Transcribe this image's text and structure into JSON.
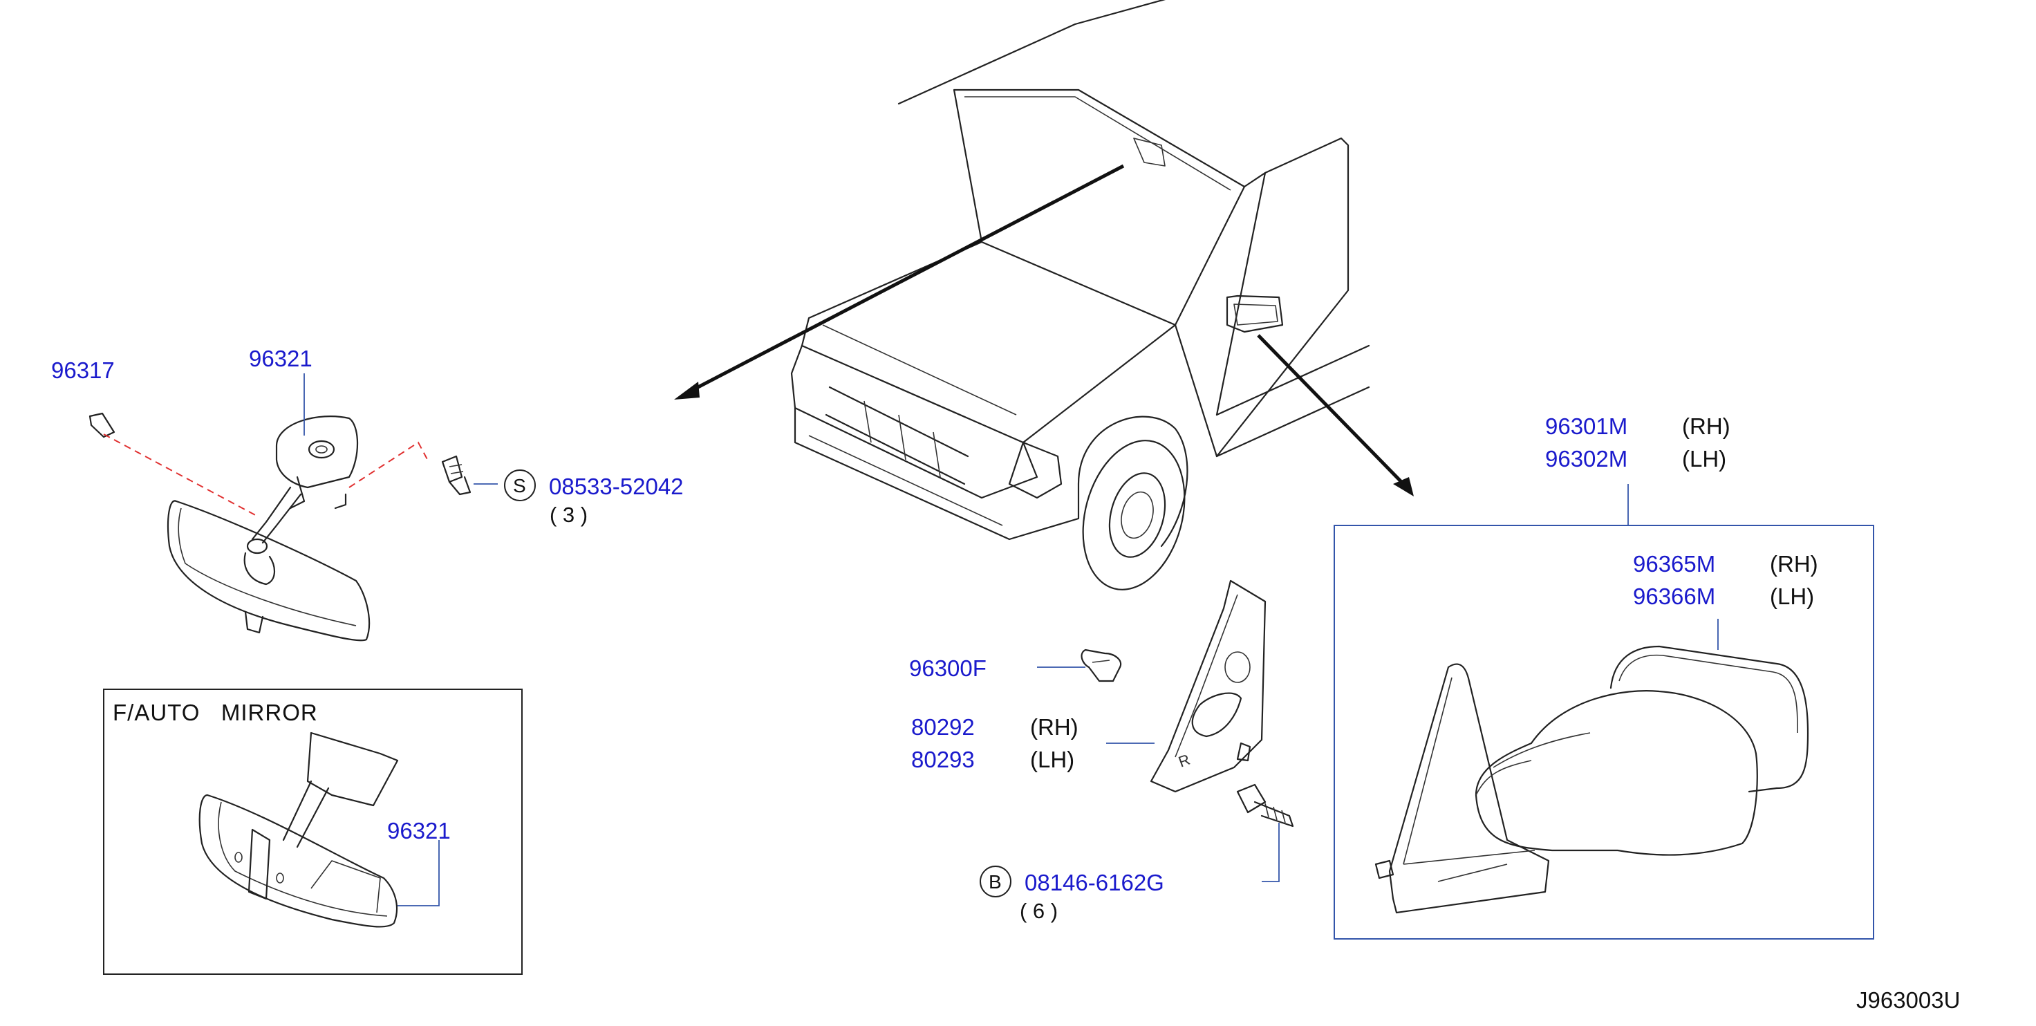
{
  "labels": {
    "p96317": "96317",
    "p96321_top": "96321",
    "screw_symbol": "S",
    "screw_part": "08533-52042",
    "screw_qty": "( 3 )",
    "box_title": "F/AUTO   MIRROR",
    "p96321_box": "96321",
    "p96301m": "96301M",
    "p96301m_side": "(RH)",
    "p96302m": "96302M",
    "p96302m_side": "(LH)",
    "p96365m": "96365M",
    "p96365m_side": "(RH)",
    "p96366m": "96366M",
    "p96366m_side": "(LH)",
    "p96300f": "96300F",
    "p80292": "80292",
    "p80292_side": "(RH)",
    "p80293": "80293",
    "p80293_side": "(LH)",
    "bolt_symbol": "B",
    "bolt_part": "08146-6162G",
    "bolt_qty": "( 6 )",
    "diagram_code": "J963003U"
  },
  "colors": {
    "part_number": "#1a1acc",
    "leader": "#3355aa",
    "dashed": "#e03030",
    "line": "#222222"
  }
}
